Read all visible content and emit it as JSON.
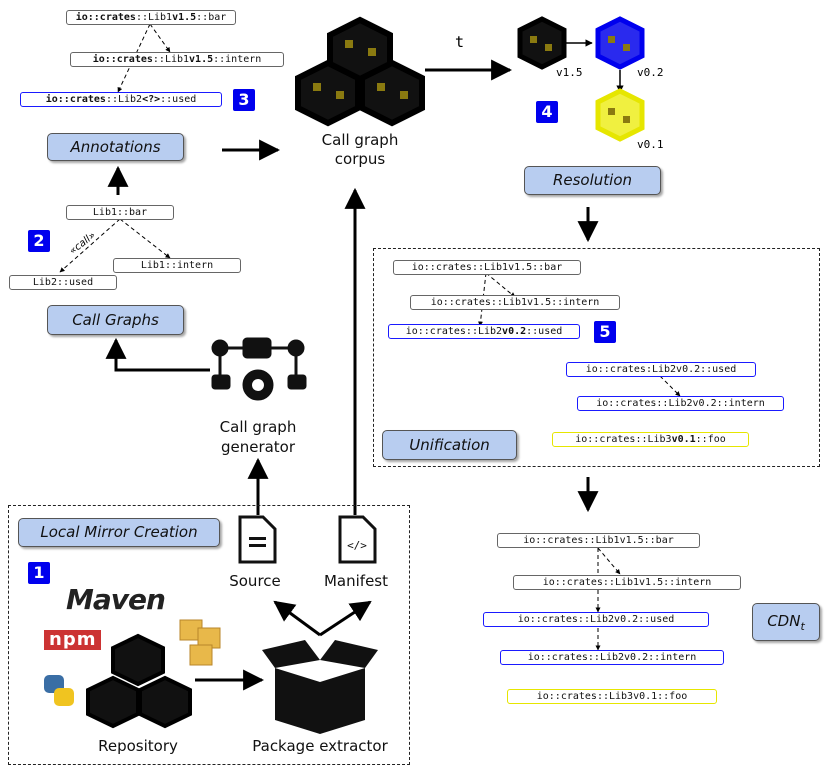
{
  "annotations_top": {
    "bar": [
      "io::crates",
      "::Lib1",
      "v1.5",
      "::bar"
    ],
    "intern": [
      "io::crates",
      "::Lib1",
      "v1.5",
      "::intern"
    ],
    "used": [
      "io::crates",
      "::Lib2",
      "<?>",
      "::used"
    ]
  },
  "badges": {
    "b1": "1",
    "b2": "2",
    "b3": "3",
    "b4": "4",
    "b5": "5"
  },
  "pills": {
    "annotations": "Annotations",
    "call_graphs": "Call Graphs",
    "local_mirror": "Local Mirror Creation",
    "resolution": "Resolution",
    "unification": "Unification",
    "cdn_main": "CDN",
    "cdn_sub": "t"
  },
  "call_graph_small": {
    "bar": "Lib1::bar",
    "intern": "Lib1::intern",
    "used": "Lib2::used",
    "call": "«call»"
  },
  "corpus": {
    "line1": "Call graph",
    "line2": "corpus"
  },
  "generator": {
    "line1": "Call graph",
    "line2": "generator"
  },
  "resolution_graph": {
    "t": "t",
    "v15": "v1.5",
    "v02": "v0.2",
    "v01": "v0.1"
  },
  "unification_nodes": {
    "bar": "io::crates::Lib1v1.5::bar",
    "intern": "io::crates::Lib1v1.5::intern",
    "used_pre": "io::crates::Lib2",
    "used_ver": "v0.2",
    "used_post": "::used",
    "used2": "io::crates:Lib2v0.2::used",
    "intern2": "io::crates::Lib2v0.2::intern",
    "foo_pre": "io::crates::Lib3",
    "foo_ver": "v0.1",
    "foo_post": "::foo"
  },
  "cdn_nodes": {
    "bar": "io::crates::Lib1v1.5::bar",
    "intern": "io::crates::Lib1v1.5::intern",
    "used": "io::crates::Lib2v0.2::used",
    "intern2": "io::crates::Lib2v0.2::intern",
    "foo": "io::crates::Lib3v0.1::foo"
  },
  "mirror": {
    "source": "Source",
    "manifest": "Manifest",
    "repository": "Repository",
    "extractor": "Package extractor",
    "maven": "Maven",
    "npm": "npm"
  },
  "colors": {
    "blue": "#0000ee",
    "pill": "#b8cdf0",
    "yellow": "#e6e600",
    "olive": "#8a7a10"
  }
}
